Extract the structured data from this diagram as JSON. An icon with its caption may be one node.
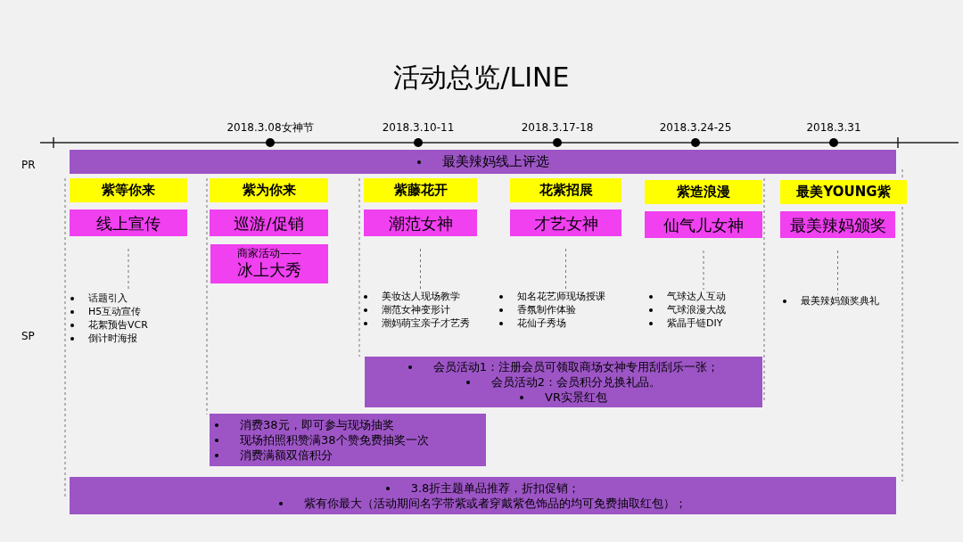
{
  "diagram": {
    "title": "活动总览/LINE",
    "nodes": [
      {
        "text": [
          "最美辣妈线上评选"
        ]
      },
      {
        "text": [
          "紫等你来"
        ]
      },
      {
        "text": [
          "线上宣传"
        ]
      },
      {
        "text": [
          "紫为你来"
        ]
      },
      {
        "text": [
          "巡游/促销"
        ]
      },
      {
        "text": [
          "商家活动——",
          "冰上大秀"
        ]
      },
      {
        "text": [
          "紫藤花开"
        ]
      },
      {
        "text": [
          "潮范女神"
        ]
      },
      {
        "text": [
          "花紫招展"
        ]
      },
      {
        "text": [
          "才艺女神"
        ]
      },
      {
        "text": [
          "紫造浪漫"
        ]
      },
      {
        "text": [
          "仙气儿女神"
        ]
      },
      {
        "text": [
          "最美YOUNG紫"
        ]
      },
      {
        "text": [
          "最美辣妈颁奖"
        ]
      },
      {
        "text": [
          "话题引入",
          "H5互动宣传",
          "花絮预告VCR",
          "倒计时海报"
        ]
      },
      {
        "text": [
          "美妆达人现场教学",
          "潮范女神变形计",
          "潮妈萌宝亲子才艺秀"
        ]
      },
      {
        "text": [
          "知名花艺师现场授课",
          "香氛制作体验",
          "花仙子秀场"
        ]
      },
      {
        "text": [
          "气球达人互动",
          "气球浪漫大战",
          "紫晶手链DIY"
        ]
      },
      {
        "text": [
          "最美辣妈颁奖典礼"
        ]
      },
      {
        "text": [
          "会员活动1：注册会员可领取商场女神专用刮刮乐一张；",
          "会员活动2：会员积分兑换礼品。",
          "VR实景红包"
        ]
      },
      {
        "text": [
          "消费38元，即可参与现场抽奖",
          "现场拍照积赞满38个赞免费抽奖一次",
          "消费满额双倍积分"
        ]
      },
      {
        "text": [
          "3.8折主题单品推荐，折扣促销；",
          "紫有你最大（活动期间名字带紫或者穿戴紫色饰品的均可免费抽取红包）；"
        ]
      }
    ],
    "edges": [
      {
        "from": 2,
        "to": 14,
        "arrow": "none",
        "style": "dashed"
      },
      {
        "from": 7,
        "to": 15,
        "arrow": "none",
        "style": "dashed"
      },
      {
        "from": 9,
        "to": 16,
        "arrow": "none",
        "style": "dashed"
      },
      {
        "from": 11,
        "to": 17,
        "arrow": "none",
        "style": "dashed"
      },
      {
        "from": 13,
        "to": 18,
        "arrow": "none",
        "style": "dashed"
      }
    ],
    "labels": [
      "2018.3.08女神节",
      "2018.3.10-11",
      "2018.3.17-18",
      "2018.3.24-25",
      "2018.3.31",
      "PR",
      "SP"
    ]
  }
}
